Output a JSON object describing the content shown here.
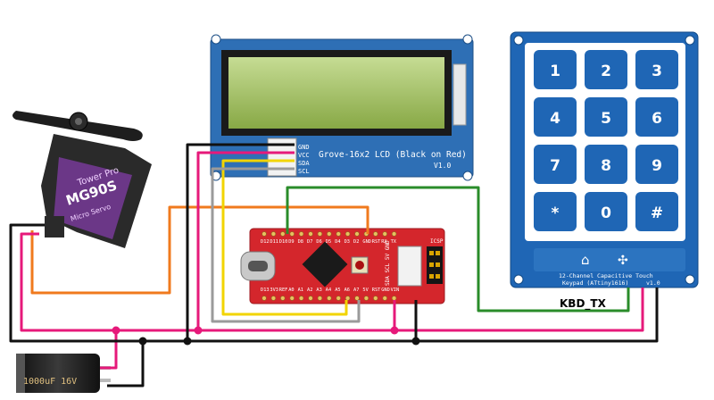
{
  "lcd": {
    "title": "Grove-16x2 LCD (Black on Red)",
    "version": "V1.0",
    "pins": [
      "GND",
      "VCC",
      "SDA",
      "SCL"
    ]
  },
  "keypad": {
    "keys": [
      "1",
      "2",
      "3",
      "4",
      "5",
      "6",
      "7",
      "8",
      "9",
      "*",
      "0",
      "#"
    ],
    "caption_line1": "12-Channel Capacitive Touch",
    "caption_line2": "Keypad (ATtiny1616)",
    "version": "v1.0"
  },
  "servo": {
    "brand": "Tower Pro",
    "model": "MG90S",
    "subtitle": "Micro Servo"
  },
  "nano": {
    "top_pins": [
      "D12",
      "D11",
      "D10",
      "D9",
      "D8",
      "D7",
      "D6",
      "D5",
      "D4",
      "D3",
      "D2",
      "GND",
      "RST",
      "RX",
      "TX"
    ],
    "bottom_pins": [
      "D13",
      "3V3",
      "REF",
      "A0",
      "A1",
      "A2",
      "A3",
      "A4",
      "A5",
      "A6",
      "A7",
      "5V",
      "RST",
      "GND",
      "VIN"
    ],
    "side_label": "SDA SCL 5V GND",
    "icsp": "ICSP"
  },
  "capacitor": {
    "label": "1000uF 16V"
  },
  "wire_label": "KBD_TX",
  "colors": {
    "wire_black": "#111111",
    "wire_pink": "#e6197a",
    "wire_orange": "#f07a1e",
    "wire_yellow": "#f2d400",
    "wire_gray": "#9a9a9a",
    "wire_green": "#2a8c2a",
    "lcd_board": "#2e6fb5",
    "lcd_screen": "#a7c95a",
    "keypad_board": "#1f66b5",
    "nano_board": "#d4262c"
  }
}
